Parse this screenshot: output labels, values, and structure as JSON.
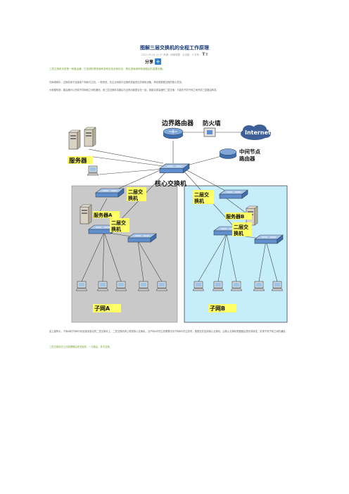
{
  "article": {
    "title": "图解三层交换机的全程工作原理",
    "meta_text": "2012-05-18 11:37 来源：网络转载 · 点击数：0 字号：",
    "font_large": "T",
    "font_small": "T",
    "share_label": "分享",
    "share_plus": "+",
    "summary": "三层交换机本质是一种路由器。它强调的是快速转发和支持多种协议，是实现局域网快速路由的重要设备。",
    "share_tools": "",
    "share_count": "",
    "paragraphs": [
      "在局域网中，交换机用于连接各个网段与主机。一般来说，在企业网络中交换机是最常见的网络设备，承担着数据交换的核心任务。",
      "大家都知道，路由器可以完成不同网段之间的通信，而三层交换机将路由与交换功能整合在一起，既能实现高速的二层交换，又能在不同子网之间完成三层路由转发。",
      "如上图所示，子网A和子网B分别连接到各自的二层交换机上，二层交换机再上联到核心交换机。当子网A中的主机需要访问子网B中的主机时，数据包先送到核心交换机，由核心交换机根据路由表完成转发，实现不同子网之间的通信。",
      "三层交换机的工作原理概括来说就是：一次路由，多次交换。"
    ]
  },
  "diagram": {
    "border_router": "边界路由器",
    "firewall": "防火墙",
    "internet": "Internet",
    "middle_router_line1": "中间节点",
    "middle_router_line2": "路由器",
    "servers": "服务器",
    "core_switch": "核心交换机",
    "l2_switch_line1": "二层交",
    "l2_switch_line2": "换机",
    "server_a": "服务器A",
    "server_b": "服务器B",
    "subnet_a": "子网A",
    "subnet_b": "子网B",
    "colors": {
      "left_zone": "#c9c9c9",
      "right_zone": "#c6eefa",
      "label_box": "#ffff66",
      "router": "#5b86c9",
      "switch": "#7fa7d8",
      "link": "#444444",
      "internet_cloud": "#3f5f99"
    }
  }
}
